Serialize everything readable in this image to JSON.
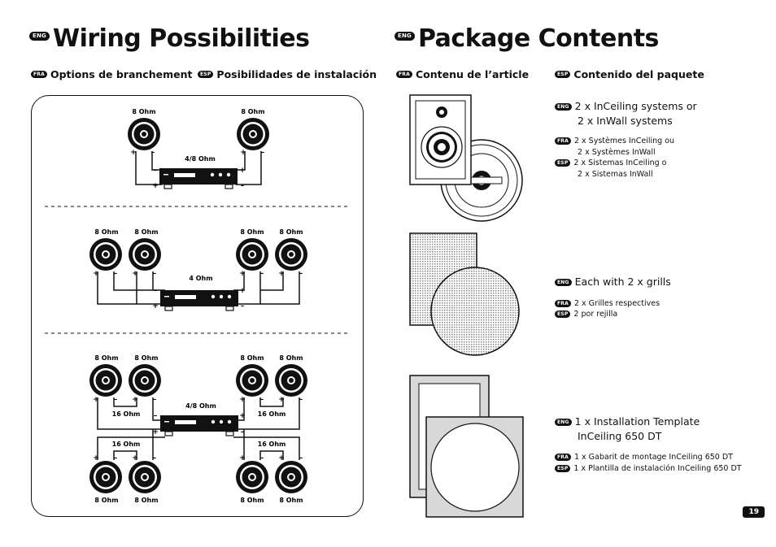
{
  "left": {
    "title_badge": "ENG",
    "title": "Wiring Possibilities",
    "sub_fra_badge": "FRA",
    "sub_fra": "Options de branchement",
    "sub_esp_badge": "ESP",
    "sub_esp": "Posibilidades de instalación"
  },
  "diagram": {
    "d1_spk_left": "8 Ohm",
    "d1_spk_right": "8 Ohm",
    "d1_amp": "4/8 Ohm",
    "d2_spk_1": "8 Ohm",
    "d2_spk_2": "8 Ohm",
    "d2_spk_3": "8 Ohm",
    "d2_spk_4": "8 Ohm",
    "d2_amp": "4 Ohm",
    "d3_top_1": "8 Ohm",
    "d3_top_2": "8 Ohm",
    "d3_top_3": "8 Ohm",
    "d3_top_4": "8 Ohm",
    "d3_amp": "4/8 Ohm",
    "d3_pair_tl": "16 Ohm",
    "d3_pair_tr": "16 Ohm",
    "d3_pair_bl": "16 Ohm",
    "d3_pair_br": "16 Ohm",
    "d3_bot_1": "8 Ohm",
    "d3_bot_2": "8 Ohm",
    "d3_bot_3": "8 Ohm",
    "d3_bot_4": "8 Ohm",
    "plus": "+",
    "minus": "–"
  },
  "right": {
    "title_badge": "ENG",
    "title": "Package Contents",
    "sub_fra_badge": "FRA",
    "sub_fra": "Contenu de l’article",
    "sub_esp_badge": "ESP",
    "sub_esp": "Contenido del paquete"
  },
  "items": [
    {
      "eng_badge": "ENG",
      "eng_line1": "2 x InCeiling systems or",
      "eng_line2": "2 x InWall systems",
      "fra_badge": "FRA",
      "fra_line1": "2 x Systèmes InCeiling ou",
      "fra_line2": "2 x Systèmes InWall",
      "esp_badge": "ESP",
      "esp_line1": "2 x Sistemas InCeiling o",
      "esp_line2": "2 x Sistemas InWall"
    },
    {
      "eng_badge": "ENG",
      "eng_line1": "Each with 2 x grills",
      "fra_badge": "FRA",
      "fra_line1": "2 x Grilles respectives",
      "esp_badge": "ESP",
      "esp_line1": "2 por rejilla"
    },
    {
      "eng_badge": "ENG",
      "eng_line1": "1 x Installation Template",
      "eng_line2": "InCeiling 650 DT",
      "fra_badge": "FRA",
      "fra_line1": "1 x Gabarit de montage InCeiling 650 DT",
      "esp_badge": "ESP",
      "esp_line1": "1 x Plantilla de instalación InCeiling 650 DT"
    }
  ],
  "page_number": "19"
}
